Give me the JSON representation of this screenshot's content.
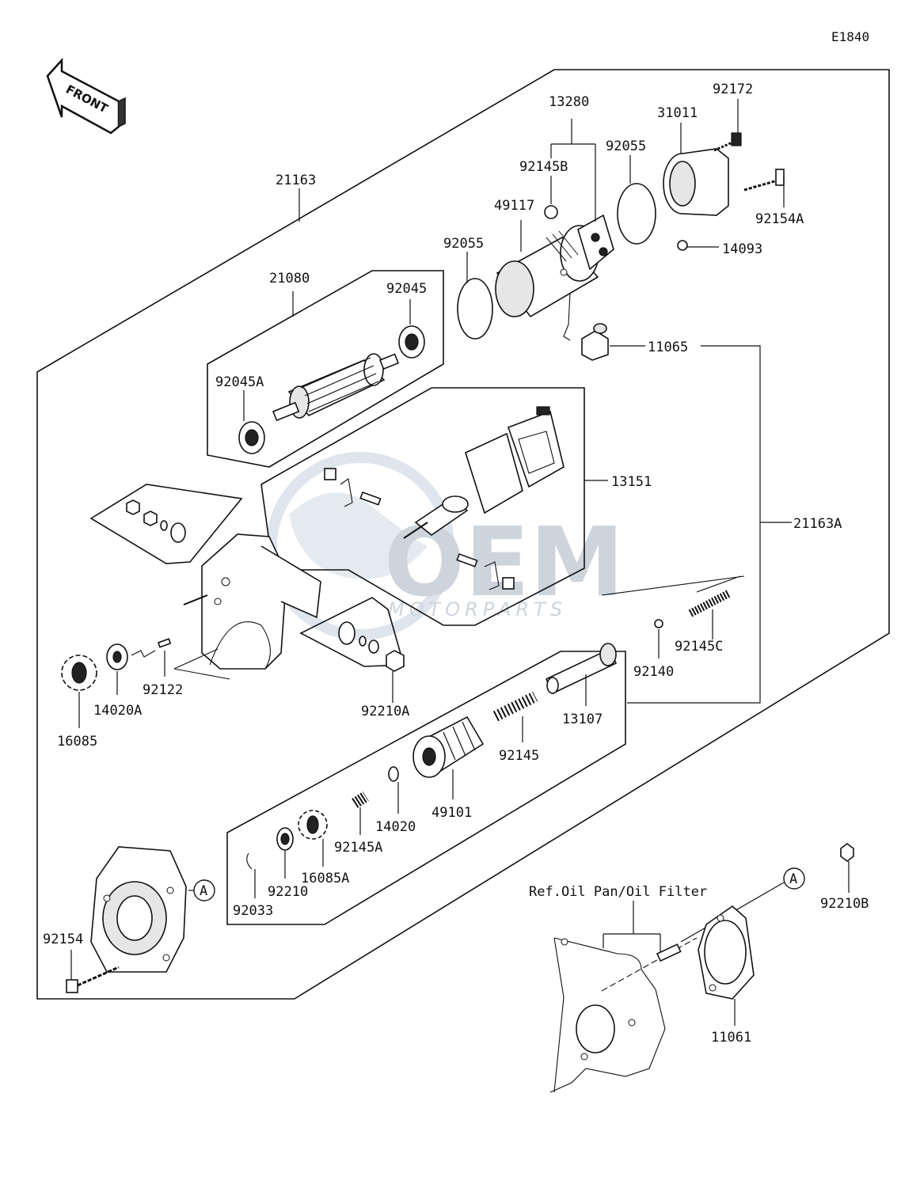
{
  "diagram_code": "E1840",
  "front_arrow_label": "FRONT",
  "watermark": {
    "brand": "OEM",
    "sub": "MOTORPARTS"
  },
  "reference_note": "Ref.Oil Pan/Oil Filter",
  "circle_refs": [
    "A",
    "A"
  ],
  "part_labels": {
    "p21163": "21163",
    "p21080": "21080",
    "p92045": "92045",
    "p92045A": "92045A",
    "p13280": "13280",
    "p92145B": "92145B",
    "p49117": "49117",
    "p92055a": "92055",
    "p92055b": "92055",
    "p31011": "31011",
    "p92172": "92172",
    "p92154A": "92154A",
    "p14093": "14093",
    "p11065": "11065",
    "p13151": "13151",
    "p21163A": "21163A",
    "p92145C": "92145C",
    "p92140": "92140",
    "p13107": "13107",
    "p92145": "92145",
    "p49101": "49101",
    "p14020": "14020",
    "p92145A": "92145A",
    "p16085A": "16085A",
    "p92210": "92210",
    "p92033": "92033",
    "p92210A": "92210A",
    "p92122": "92122",
    "p14020A": "14020A",
    "p16085": "16085",
    "p92154": "92154",
    "p92210B": "92210B",
    "p11061": "11061"
  }
}
